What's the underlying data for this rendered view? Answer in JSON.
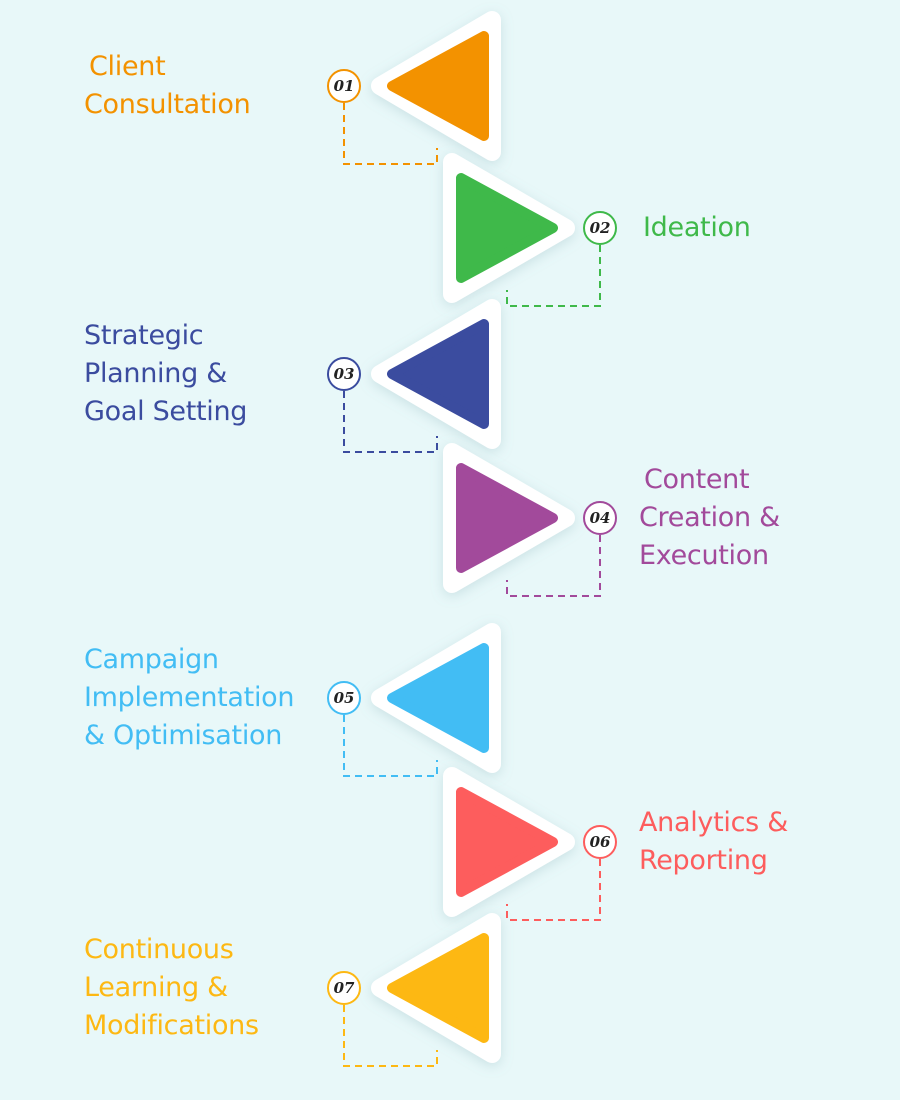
{
  "steps": [
    {
      "number": "01",
      "lines": [
        "Client",
        "Consultation"
      ],
      "color": "#f39200",
      "direction": "left"
    },
    {
      "number": "02",
      "lines": [
        "Ideation"
      ],
      "color": "#3fb94a",
      "direction": "right"
    },
    {
      "number": "03",
      "lines": [
        "Strategic",
        "Planning &",
        "Goal Setting"
      ],
      "color": "#3b4c9f",
      "direction": "left"
    },
    {
      "number": "04",
      "lines": [
        "Content",
        "Creation &",
        "Execution"
      ],
      "color": "#a24a9b",
      "direction": "right"
    },
    {
      "number": "05",
      "lines": [
        "Campaign",
        "Implementation",
        "& Optimisation"
      ],
      "color": "#42bdf4",
      "direction": "left"
    },
    {
      "number": "06",
      "lines": [
        "Analytics &",
        "Reporting"
      ],
      "color": "#fd5d5d",
      "direction": "right"
    },
    {
      "number": "07",
      "lines": [
        "Continuous",
        "Learning &",
        "Modifications"
      ],
      "color": "#fdb813",
      "direction": "left"
    }
  ]
}
